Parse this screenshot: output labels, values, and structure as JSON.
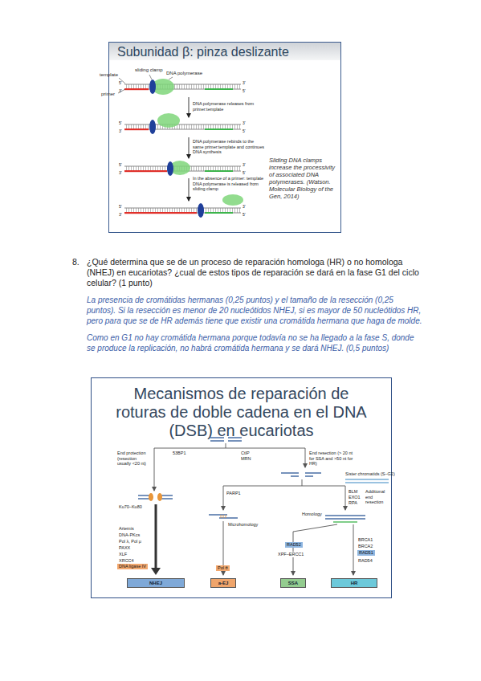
{
  "diagram": {
    "nodes": [
      {
        "text": [
          "Subunidad β: pinza deslizante"
        ]
      },
      {
        "text": [
          "Mecanismos de reparación de roturas de doble cadena en el DNA (DSB) en eucariotas"
        ]
      },
      {
        "text": [
          "DNA ligase IV"
        ],
        "in": 1
      },
      {
        "text": [
          "Pol θ"
        ],
        "in": 1
      },
      {
        "text": [
          "RAD52"
        ],
        "in": 1
      },
      {
        "text": [
          "RAD51"
        ],
        "in": 1
      },
      {
        "text": [
          "NHEJ"
        ],
        "in": 1
      },
      {
        "text": [
          "a-EJ"
        ],
        "in": 1
      },
      {
        "text": [
          "SSA"
        ],
        "in": 1
      },
      {
        "text": [
          "HR"
        ],
        "in": 1
      }
    ],
    "labels": [
      "sliding clamp",
      "template",
      "DNA polymerase",
      "primer",
      "DNA polymerase releases from primer:template",
      "DNA polymerase rebinds to the same primer:template and continues DNA synthesis",
      "In the absence of a primer: template DNA polymerase is released from sliding clamp",
      "Sliding DNA clamps increase the processivity of associated DNA polymerases. (Watson. Molecular Biology of the Gen, 2014)",
      "5'",
      "3'",
      "3'",
      "5'",
      "5'",
      "3'",
      "3'",
      "5'",
      "5'",
      "3'",
      "3'",
      "5'",
      "5'",
      "3'",
      "3'",
      "5'",
      "8.",
      "¿Qué determina que se de un proceso de reparación homologa (HR) o no homologa (NHEJ) en eucariotas? ¿cual de estos tipos de reparación se dará en la fase G1 del ciclo celular? (1 punto)",
      "La presencia de cromátidas hermanas (0,25 puntos) y el tamaño de la resección (0,25 puntos). Si la resección es menor de 20 nucleótidos NHEJ, si es mayor de 50 nucleótidos HR, pero para que se de HR además tiene que existir una cromátida hermana que haga de molde.",
      "Como en G1 no hay cromátida hermana porque todavía no se ha llegado a la fase S, donde se produce la replicación, no habrá cromátida hermana y se dará NHEJ. (0,5 puntos)",
      "53BP1",
      "CtIP",
      "MRN",
      "End protection (resection usually <20 nt)",
      "End resection (> 20 nt for SSA and >50 nt for HR)",
      "Sister chromatids (S–G2)",
      "Ku70–Ku80",
      "PARP1",
      "Microhomology",
      "BLM",
      "EXO1",
      "RPA",
      "Additional end resection",
      "Homology",
      "Artemis",
      "DNA-PKcs",
      "Pol λ, Pol μ",
      "PAXX",
      "XLF",
      "XRCC4",
      "XPF–ERCC1",
      "BRCA1",
      "BRCA2",
      "RAD54"
    ]
  }
}
